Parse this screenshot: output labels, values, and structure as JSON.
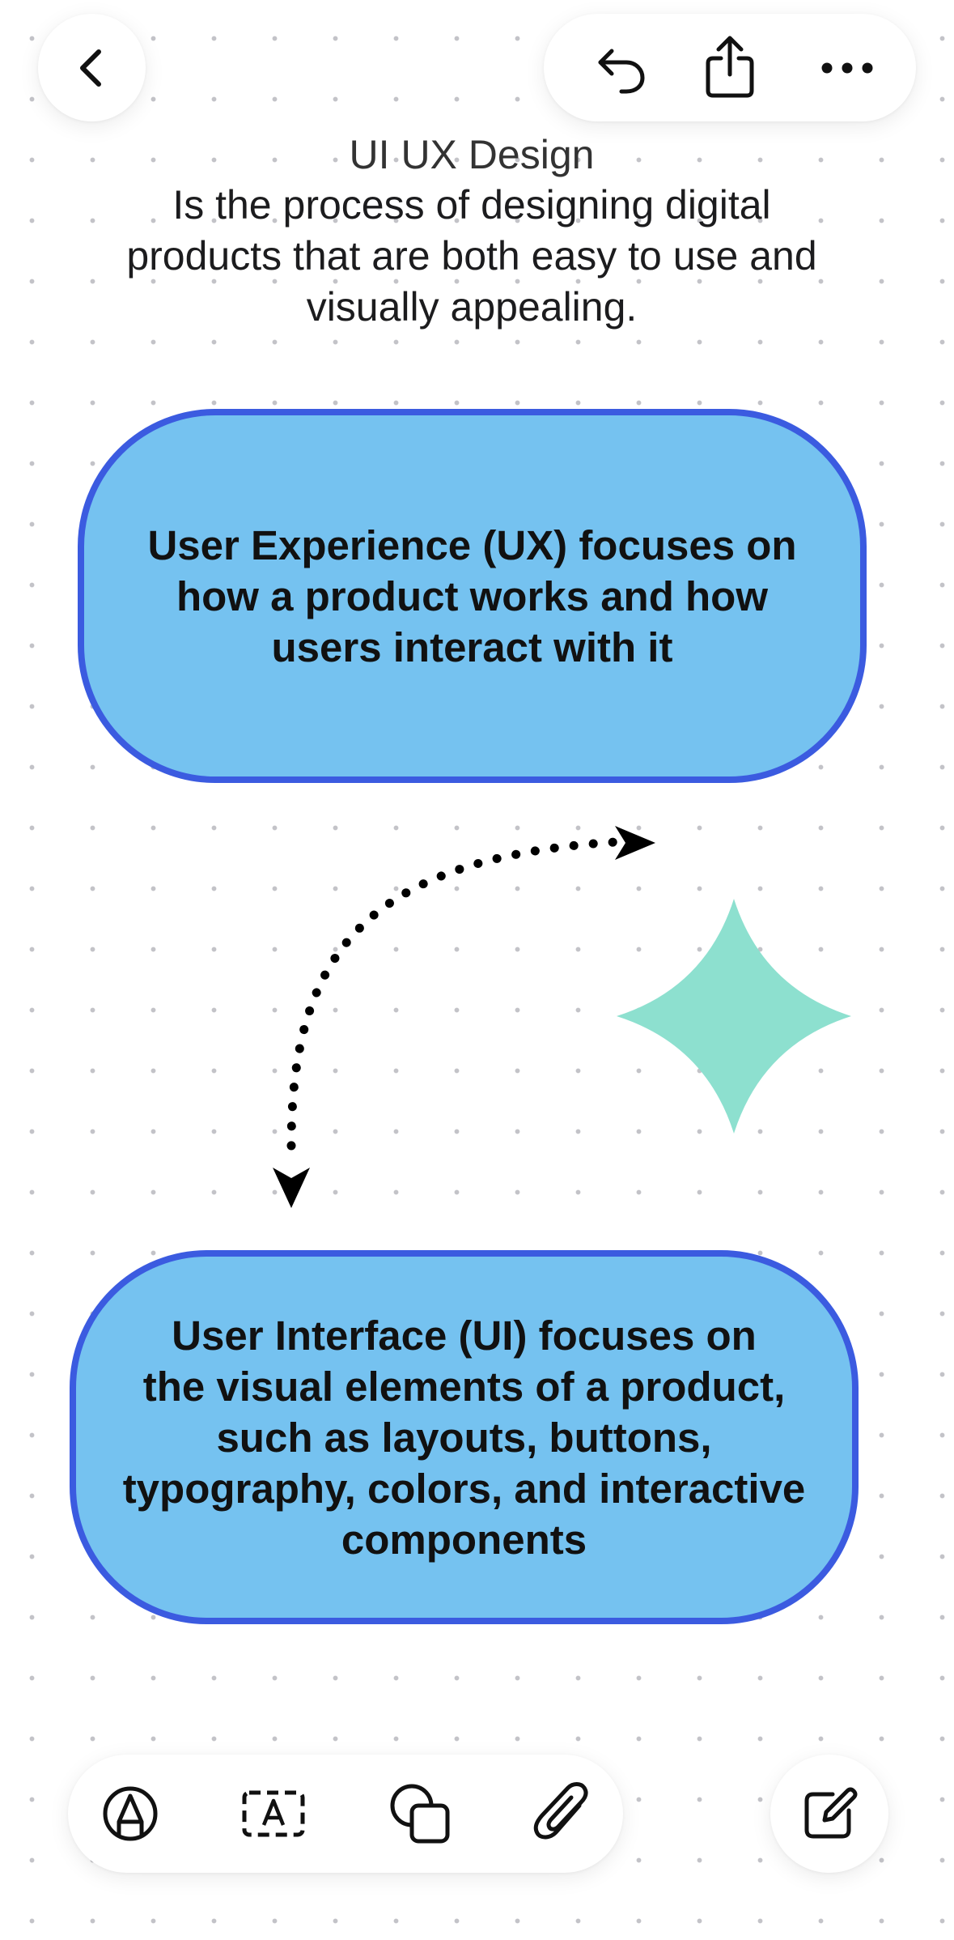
{
  "canvas": {
    "background": "#ffffff",
    "dot_color": "#c3c3c8"
  },
  "toolbar_top": {
    "back_icon": "chevron-left-icon",
    "undo_icon": "undo-icon",
    "share_icon": "share-icon",
    "more_icon": "more-horizontal-icon"
  },
  "header": {
    "title": "UI UX Design",
    "body": "Is the process of designing digital\nproducts that are both easy to use and\nvisually appealing."
  },
  "shapes": {
    "ux_card": {
      "text": "User Experience (UX) focuses on\nhow a product works and how\nusers interact with it",
      "fill": "#75c2f0",
      "stroke": "#3b5be0"
    },
    "ui_card": {
      "text": "User Interface (UI) focuses on\nthe visual elements of a product,\nsuch as layouts, buttons,\ntypography, colors, and interactive\ncomponents",
      "fill": "#75c2f0",
      "stroke": "#3b5be0"
    },
    "sparkle": {
      "icon": "four-point-star-icon",
      "fill": "#8de0cf"
    },
    "connector": {
      "icon": "dotted-curved-double-arrow",
      "color": "#000000"
    }
  },
  "toolbar_bottom": {
    "pen_icon": "pen-tool-icon",
    "text_icon": "text-box-icon",
    "shapes_icon": "shapes-icon",
    "attach_icon": "paperclip-icon",
    "compose_icon": "compose-icon"
  }
}
